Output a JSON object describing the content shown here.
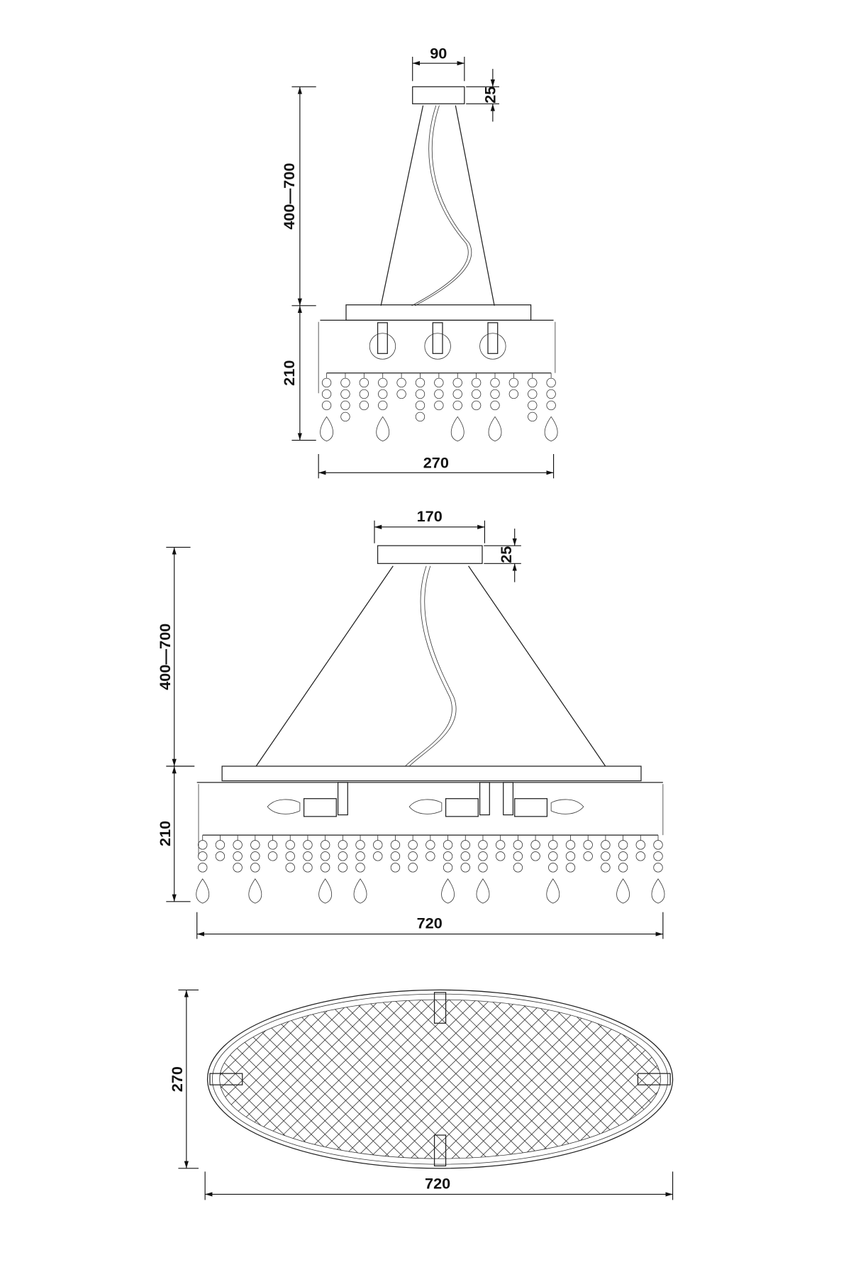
{
  "drawings": {
    "side_view": {
      "canopy_width": "90",
      "canopy_height": "25",
      "suspension_length": "400—700",
      "body_height": "210",
      "body_width": "270"
    },
    "front_view": {
      "canopy_width": "170",
      "canopy_height": "25",
      "suspension_length": "400—700",
      "body_height": "210",
      "body_width": "720"
    },
    "top_view": {
      "depth": "270",
      "width": "720"
    }
  },
  "colors": {
    "line": "#222222",
    "background": "#ffffff"
  }
}
